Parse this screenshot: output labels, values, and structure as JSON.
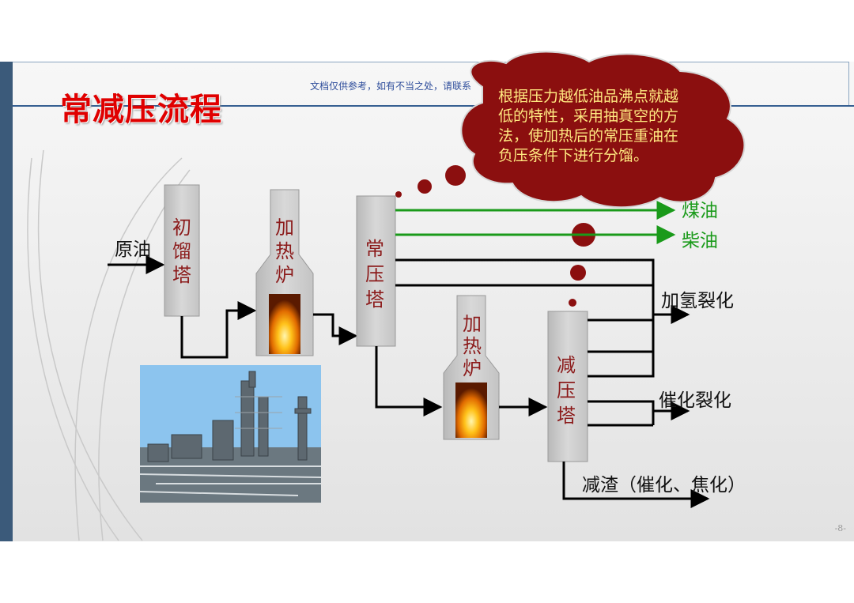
{
  "slide": {
    "title": "常减压流程",
    "watermark": "文档仅供参考，如有不当之处，请联系",
    "page_number": "-8-"
  },
  "bubble": {
    "text": "根据压力越低油品沸点就越低的特性，采用抽真空的方法，使加热后的常压重油在负压条件下进行分馏。",
    "fill_color": "#8b0f0f",
    "text_color": "#ffe880"
  },
  "units": {
    "initial_tower": "初馏塔",
    "heater_1": "加热炉",
    "atm_tower": "常压塔",
    "heater_2": "加热炉",
    "vac_tower": "减压塔"
  },
  "streams": {
    "crude": "原油",
    "kerosene": "煤油",
    "diesel": "柴油",
    "hydrocracking": "加氢裂化",
    "catcracking": "催化裂化",
    "residue": "减渣（催化、焦化）"
  },
  "colors": {
    "tower_fill": "#cfcfcf",
    "tower_text": "#8b1a1a",
    "line_black": "#000000",
    "line_green": "#1a9a1a",
    "title_red": "#e00000"
  },
  "photo": {
    "description_icon": "refinery-photo"
  }
}
